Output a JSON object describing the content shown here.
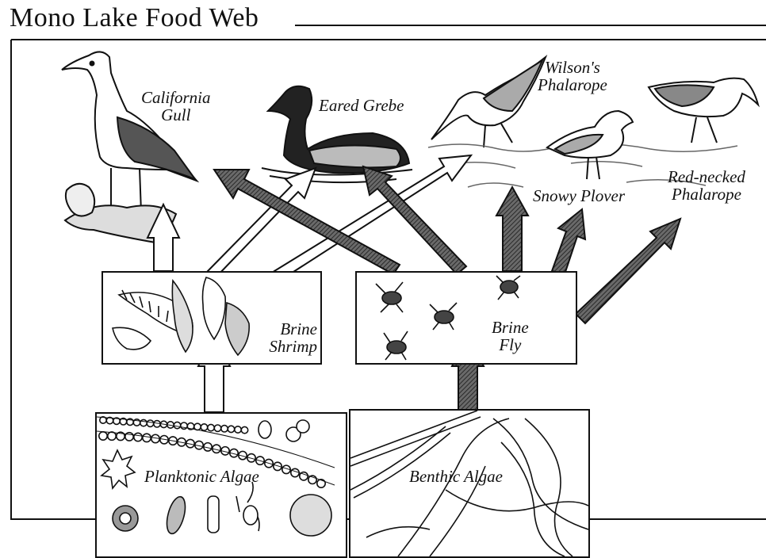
{
  "title": "Mono Lake Food Web",
  "organisms": {
    "california_gull": [
      "California",
      "Gull"
    ],
    "eared_grebe": "Eared Grebe",
    "wilsons_phalarope": [
      "Wilson's",
      "Phalarope"
    ],
    "snowy_plover": "Snowy Plover",
    "red_necked_phalarope": [
      "Red-necked",
      "Phalarope"
    ],
    "brine_shrimp": [
      "Brine",
      "Shrimp"
    ],
    "brine_fly": [
      "Brine",
      "Fly"
    ],
    "planktonic_algae": "Planktonic Algae",
    "benthic_algae": "Benthic Algae"
  },
  "arrow_styles": {
    "from_brine_shrimp": "white",
    "from_brine_fly": "hatched-dark"
  }
}
